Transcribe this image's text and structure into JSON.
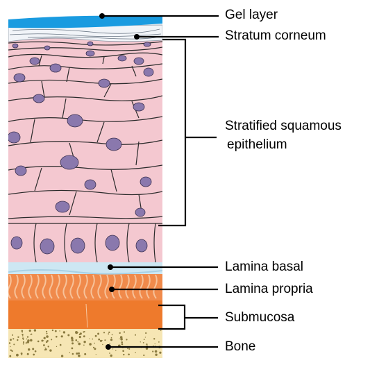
{
  "labels": {
    "gel_layer": "Gel layer",
    "stratum_corneum": "Stratum corneum",
    "stratified_line1": "Stratified squamous",
    "stratified_line2": "epithelium",
    "lamina_basal": "Lamina basal",
    "lamina_propria": "Lamina propria",
    "submucosa": "Submucosa",
    "bone": "Bone"
  },
  "colors": {
    "gel": "#1a9be0",
    "stratum": "#e9eef5",
    "epithelium": "#f4c8d0",
    "cell_outline": "#2a2a2a",
    "nucleus": "#8a78ad",
    "lamina_basal": "#cde7f3",
    "lamina_propria": "#f08a4b",
    "submucosa": "#ee7a2c",
    "bone": "#f6e6b4",
    "bone_speckle": "#8a7a40"
  }
}
